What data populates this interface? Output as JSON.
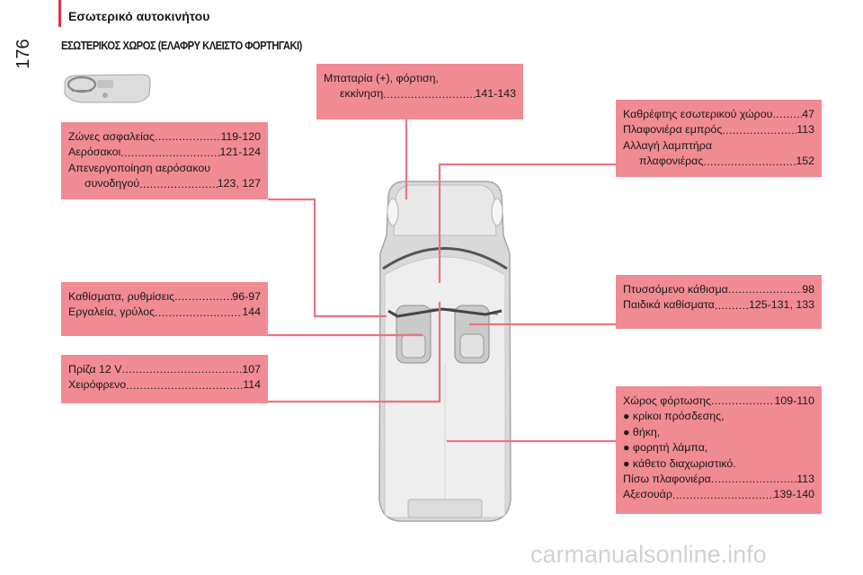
{
  "page_number": "176",
  "header_title": "Εσωτερικό αυτοκινήτου",
  "section_title": "ΕΣΩΤΕΡΙΚΟΣ ΧΩΡΟΣ (ΕΛΑΦΡΥ ΚΛΕΙΣΤΟ ΦΟΡΤΗΓΑΚΙ)",
  "watermark": "carmanualsonline.info",
  "colors": {
    "accent": "#e0333f",
    "box": "#f08a93",
    "leader": "#ee7280"
  },
  "icon": "dashboard-steering-wheel-icon",
  "boxes": {
    "battery": {
      "lines": [
        {
          "label": "Μπαταρία (+), φόρτιση,"
        },
        {
          "label": "εκκίνηση",
          "page": "141-143",
          "indent": true
        }
      ]
    },
    "belts": {
      "lines": [
        {
          "label": "Ζώνες ασφαλείας",
          "page": "119-120"
        },
        {
          "label": "Αερόσακοι",
          "page": "121-124"
        },
        {
          "label": "Απενεργοποίηση αερόσακου"
        },
        {
          "label": "συνοδηγού",
          "page": "123, 127",
          "indent": true
        }
      ]
    },
    "mirror": {
      "lines": [
        {
          "label": "Καθρέφτης εσωτερικού χώρου",
          "page": "47"
        },
        {
          "label": "Πλαφονιέρα εμπρός",
          "page": "113"
        },
        {
          "label": "Αλλαγή λαμπτήρα"
        },
        {
          "label": "πλαφονιέρας",
          "page": "152",
          "indent": true
        }
      ]
    },
    "seats": {
      "lines": [
        {
          "label": "Καθίσματα, ρυθμίσεις",
          "page": "96-97"
        },
        {
          "label": "Εργαλεία, γρύλος",
          "page": "144"
        }
      ]
    },
    "folding": {
      "lines": [
        {
          "label": "Πτυσσόμενο κάθισμα",
          "page": "98"
        },
        {
          "label": "Παιδικά καθίσματα",
          "page": "125-131, 133"
        }
      ]
    },
    "socket": {
      "lines": [
        {
          "label": "Πρίζα 12 V",
          "page": "107"
        },
        {
          "label": "Χειρόφρενο",
          "page": "114"
        }
      ]
    },
    "cargo": {
      "lines": [
        {
          "label": "Χώρος φόρτωσης",
          "page": "109-110"
        },
        {
          "label": "● κρίκοι πρόσδεσης,"
        },
        {
          "label": "● θήκη,"
        },
        {
          "label": "● φορητή λάμπα,"
        },
        {
          "label": "● κάθετο διαχωριστικό."
        },
        {
          "label": "Πίσω πλαφονιέρα",
          "page": "113"
        },
        {
          "label": "Αξεσουάρ",
          "page": "139-140"
        }
      ]
    }
  }
}
